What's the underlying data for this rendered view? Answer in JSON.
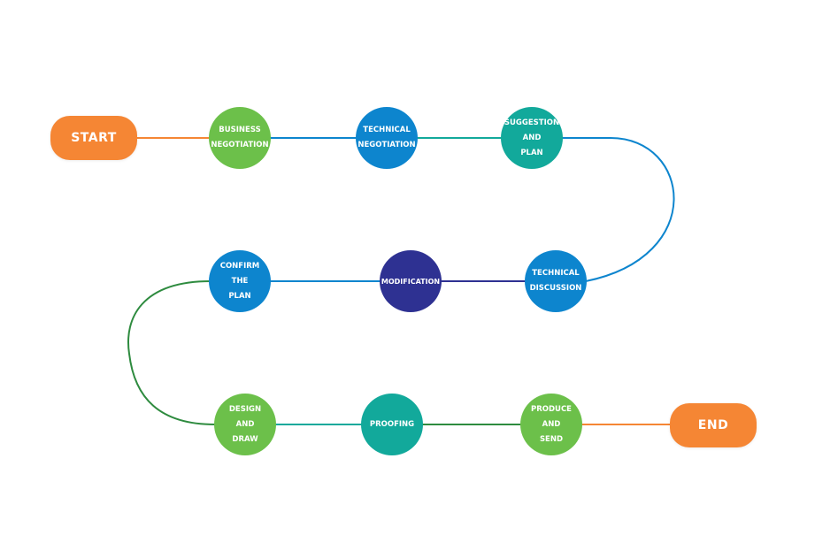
{
  "colors": {
    "orange": "#F58634",
    "green": "#6CC04A",
    "blue": "#0D85CE",
    "teal": "#12A99B",
    "navy": "#2E3192",
    "dark_green": "#2E8B3F"
  },
  "terminals": {
    "start_label": "START",
    "end_label": "END"
  },
  "steps": [
    {
      "label": "BUSINESS\nNEGOTIATION",
      "color": "green"
    },
    {
      "label": "TECHNICAL\nNEGOTIATION",
      "color": "blue"
    },
    {
      "label": "SUGGESTION\nAND\nPLAN",
      "color": "teal"
    },
    {
      "label": "TECHNICAL\nDISCUSSION",
      "color": "blue"
    },
    {
      "label": "MODIFICATION",
      "color": "navy"
    },
    {
      "label": "CONFIRM\nTHE\nPLAN",
      "color": "blue"
    },
    {
      "label": "DESIGN\nAND\nDRAW",
      "color": "green"
    },
    {
      "label": "PROOFING",
      "color": "teal"
    },
    {
      "label": "PRODUCE\nAND\nSEND",
      "color": "green"
    }
  ]
}
